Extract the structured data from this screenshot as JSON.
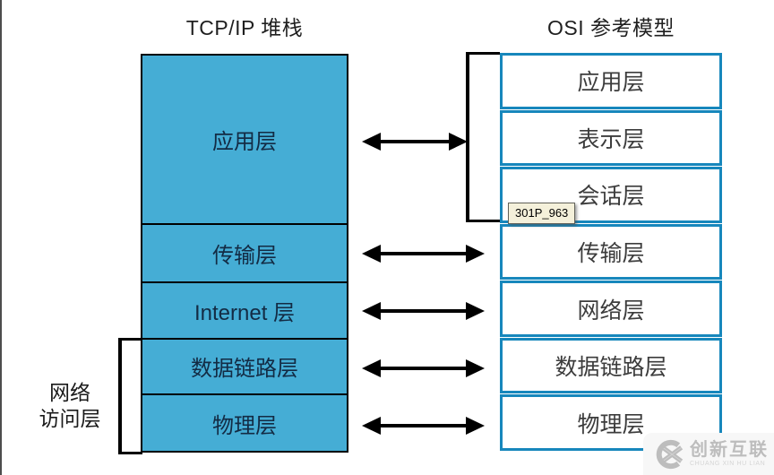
{
  "titles": {
    "tcpip": "TCP/IP 堆栈",
    "osi": "OSI 参考模型"
  },
  "tcpip_stack": {
    "layers": [
      "应用层",
      "传输层",
      "Internet 层",
      "数据链路层",
      "物理层"
    ]
  },
  "osi_model": {
    "layers": [
      "应用层",
      "表示层",
      "会话层",
      "传输层",
      "网络层",
      "数据链路层",
      "物理层"
    ]
  },
  "network_access_group": {
    "line1": "网络",
    "line2": "访问层"
  },
  "tooltip": {
    "text": "301P_963"
  },
  "watermark": {
    "brand": "创新互联",
    "subtext": "CHUANG XIN HU LIAN"
  },
  "icons": {
    "double_arrow": "double-headed-arrow",
    "brand_logo": "cx-circle-logo"
  },
  "colors": {
    "tcp_fill": "#45ADD5",
    "tcp_text": "#132B44",
    "tcp_border": "#000000",
    "osi_border": "#1787BC",
    "osi_text": "#3C3C3C",
    "arrow": "#000000",
    "tooltip_bg": "#F4F0DA",
    "watermark_gray": "#BDBDBD",
    "watermark_bg": "#F7F7F7"
  }
}
